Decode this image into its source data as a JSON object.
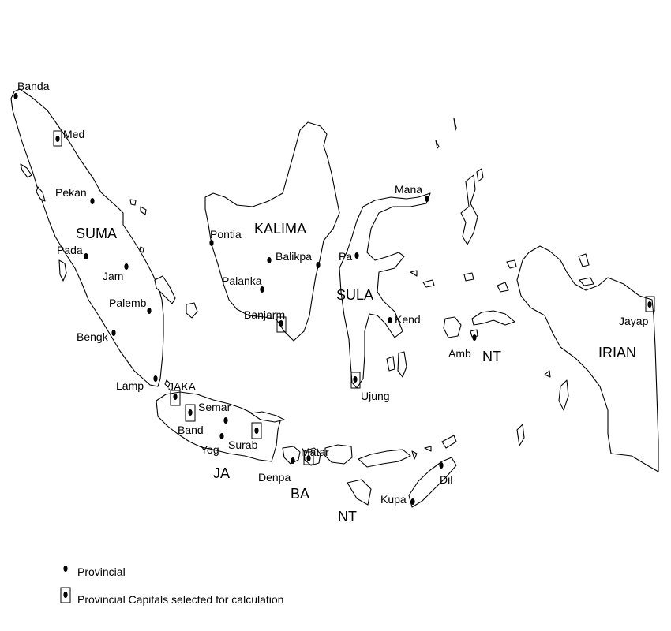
{
  "map": {
    "colors": {
      "land_fill": "#ffffff",
      "coastline": "#000000",
      "marker": "#000000"
    },
    "regions": [
      {
        "id": "sumatra",
        "label": "SUMA"
      },
      {
        "id": "kalimantan",
        "label": "KALIMA"
      },
      {
        "id": "sulawesi",
        "label": "SULA"
      },
      {
        "id": "irian-jaya",
        "label": "IRIAN"
      },
      {
        "id": "java",
        "label": "JA"
      },
      {
        "id": "bali",
        "label": "BA"
      },
      {
        "id": "ntb",
        "label": "NT"
      },
      {
        "id": "ntt",
        "label": "NT"
      }
    ],
    "capitals": [
      {
        "id": "banda-aceh",
        "label": "Banda",
        "selected": false
      },
      {
        "id": "medan",
        "label": "Med",
        "selected": true
      },
      {
        "id": "pekanbaru",
        "label": "Pekan",
        "selected": false
      },
      {
        "id": "padang",
        "label": "Pada",
        "selected": false
      },
      {
        "id": "jambi",
        "label": "Jam",
        "selected": false
      },
      {
        "id": "palembang",
        "label": "Palemb",
        "selected": false
      },
      {
        "id": "bengkulu",
        "label": "Bengk",
        "selected": false
      },
      {
        "id": "lampung",
        "label": "Lamp",
        "selected": false
      },
      {
        "id": "jakarta",
        "label": "JAKA",
        "selected": true
      },
      {
        "id": "semarang",
        "label": "Semar",
        "selected": false
      },
      {
        "id": "bandung",
        "label": "Band",
        "selected": true
      },
      {
        "id": "yogyakarta",
        "label": "Yog",
        "selected": false
      },
      {
        "id": "surabaya",
        "label": "Surab",
        "selected": true
      },
      {
        "id": "denpasar",
        "label": "Denpa",
        "selected": false
      },
      {
        "id": "mataram",
        "label": "Matar",
        "selected": true
      },
      {
        "id": "kupang",
        "label": "Kupa",
        "selected": false
      },
      {
        "id": "dili",
        "label": "Dil",
        "selected": false
      },
      {
        "id": "pontianak",
        "label": "Pontia",
        "selected": false
      },
      {
        "id": "palangkaraya",
        "label": "Palanka",
        "selected": false
      },
      {
        "id": "balikpapan",
        "label": "Balikpa",
        "selected": false
      },
      {
        "id": "banjarmasin",
        "label": "Banjarm",
        "selected": true
      },
      {
        "id": "manado",
        "label": "Mana",
        "selected": false
      },
      {
        "id": "palu",
        "label": "Pa",
        "selected": false
      },
      {
        "id": "kendari",
        "label": "Kend",
        "selected": false
      },
      {
        "id": "ujung-pandang",
        "label": "Ujung",
        "selected": true
      },
      {
        "id": "ambon",
        "label": "Amb",
        "selected": false
      },
      {
        "id": "jayapura",
        "label": "Jayap",
        "selected": true
      }
    ]
  },
  "legend": {
    "provincial_capitals": "Provincial",
    "selected_capitals": "Provincial Capitals selected for calculation"
  }
}
